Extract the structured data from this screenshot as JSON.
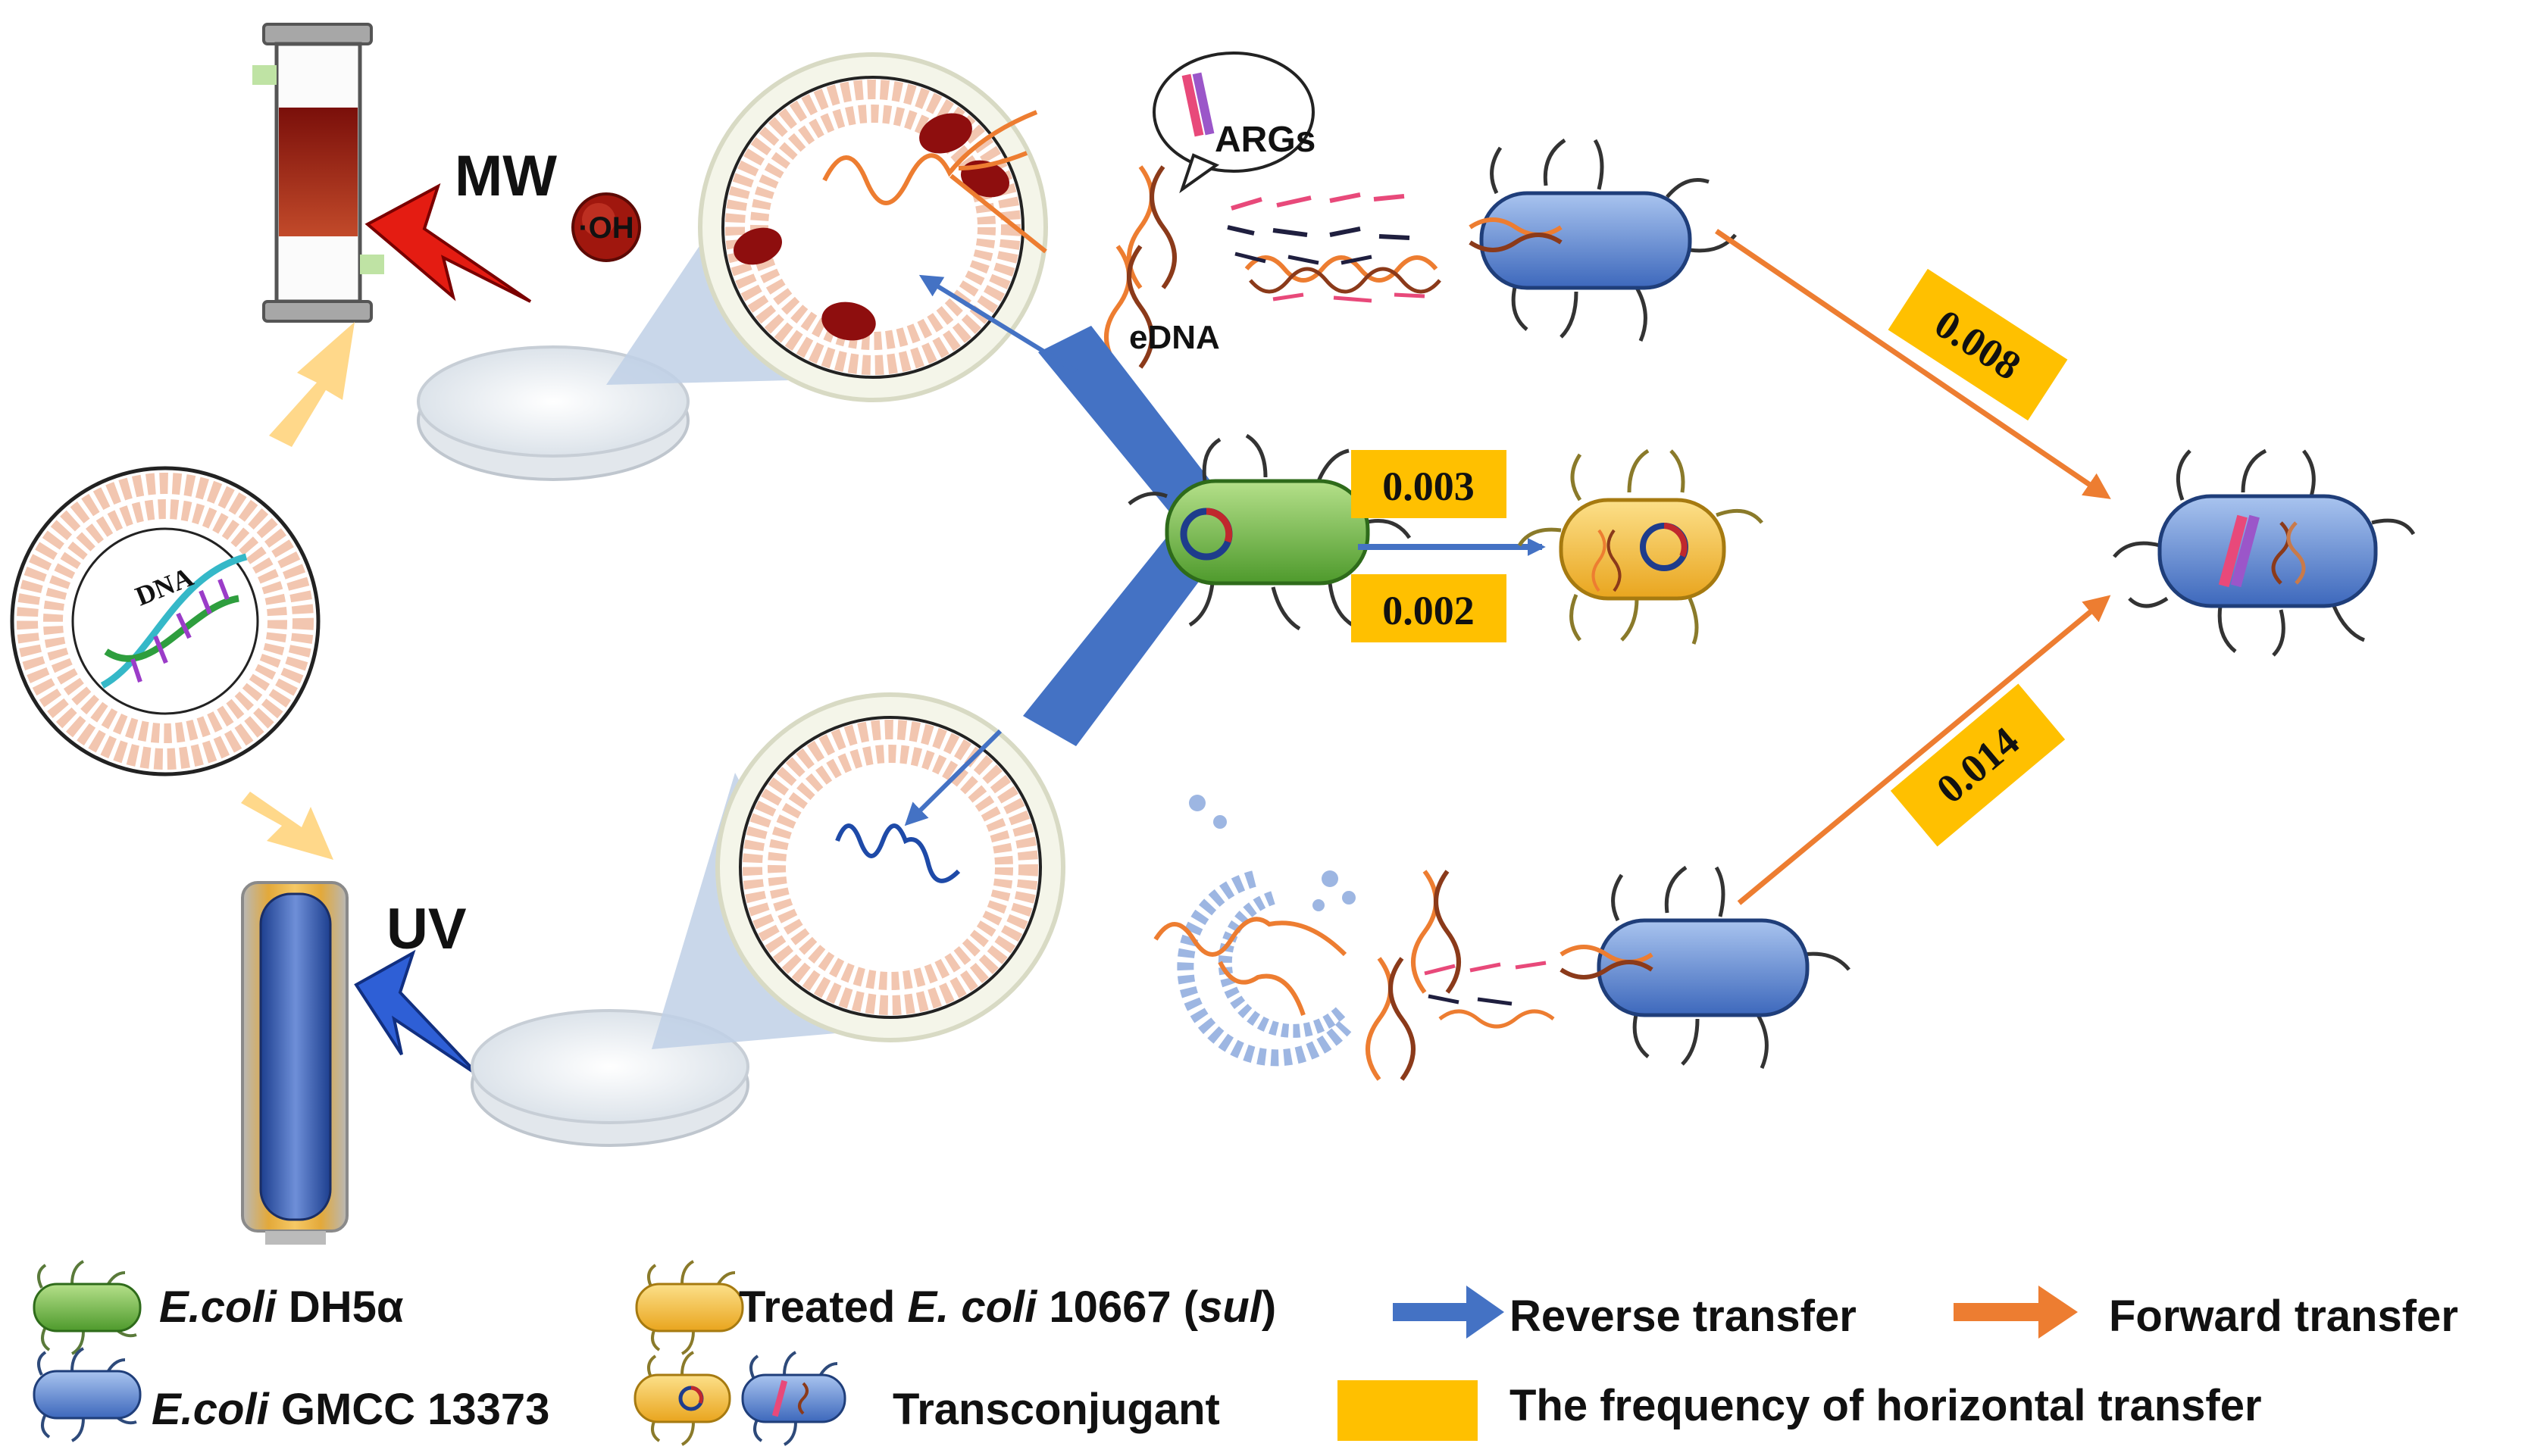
{
  "labels": {
    "mw": "MW",
    "oh": "·OH",
    "uv": "UV",
    "dna": "DNA",
    "args": "ARGs",
    "edna": "eDNA"
  },
  "frequencies": {
    "forward_top": "0.008",
    "reverse_upper": "0.003",
    "reverse_lower": "0.002",
    "forward_bottom": "0.014"
  },
  "legend": {
    "dh5a_species": "E.coli",
    "dh5a_strain": " DH5α",
    "treated_prefix": "Treated ",
    "treated_species": "E. coli",
    "treated_strain": " 10667 (",
    "treated_gene": "sul",
    "treated_suffix": ")",
    "reverse": "Reverse transfer",
    "forward": "Forward transfer",
    "gmcc_species": "E.coli",
    "gmcc_strain": " GMCC 13373",
    "transconjugant": "Transconjugant",
    "frequency": "The frequency of horizontal transfer"
  },
  "colors": {
    "reverse_arrow": "#4472C4",
    "forward_arrow": "#ED7D31",
    "freq_box": "#FFC000",
    "donor_green": "#7CC24A",
    "recipient_blue": "#5B8FD9",
    "treated_yellow": "#F7C64A",
    "microwave_red": "#9B1B10",
    "uv_blue": "#2E5FD6"
  }
}
